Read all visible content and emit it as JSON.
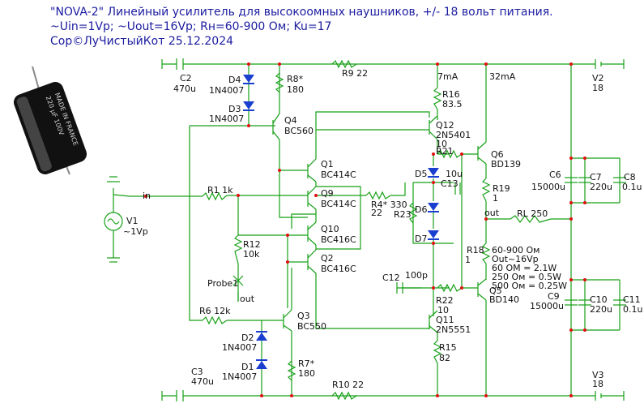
{
  "header": {
    "line1": "\"NOVA-2\" Линейный усилитель для высокоомных наушников, +/- 18 вольт питания.",
    "line2": "~Uin=1Vp; ~Uout=16Vp; Rн=60-900 Ом; Ku=17",
    "line3": "Cop©ЛуЧистыйКот 25.12.2024"
  },
  "labels": {
    "c2": "C2",
    "c2v": "470u",
    "c3": "C3",
    "c3v": "470u",
    "d4": "D4",
    "d4v": "1N4007",
    "d3": "D3",
    "d3v": "1N4007",
    "d2": "D2",
    "d2v": "1N4007",
    "d1": "D1",
    "d1v": "1N4007",
    "r8": "R8*",
    "r8v": "180",
    "r7": "R7*",
    "r7v": "180",
    "r9": "R9 22",
    "r10": "R10  22",
    "i7": "7mA",
    "i32": "32mA",
    "v2": "V2",
    "v2v": "18",
    "v3": "V3",
    "v3v": "18",
    "q4": "Q4",
    "q4v": "BC560",
    "q3": "Q3",
    "q3v": "BC550",
    "q1": "Q1",
    "q1v": "BC414C",
    "q9": "Q9",
    "q9v": "BC414C",
    "q10": "Q10",
    "q10v": "BC416C",
    "q2": "Q2",
    "q2v": "BC416C",
    "r16": "R16",
    "r16v": "83.5",
    "r15": "R15",
    "r15v": "82",
    "q12": "Q12",
    "q12v": "2N5401",
    "q12v2": "10",
    "r21": "R21",
    "q11": "Q11",
    "q11v": "2N5551",
    "r22": "R22",
    "r22v": "10",
    "q6": "Q6",
    "q6v": "BD139",
    "q5": "Q5",
    "q5v": "BD140",
    "r19": "R19",
    "r19v": "1",
    "r18": "R18",
    "r18v": "1",
    "d5": "D5",
    "d6": "D6",
    "d7": "D7",
    "c13v": "10u",
    "c13": "C13",
    "r4": "R4* 330",
    "r4v": "22",
    "r23": "R23",
    "c12": "C12",
    "c12v": "100p",
    "r1": "R1 1k",
    "r12": "R12",
    "r12v": "10k",
    "r6": "R6 12k",
    "probe": "Probe1",
    "out1": "out",
    "out2": "out",
    "in": "in",
    "v1": "V1",
    "v1v": "~1Vp",
    "rl": "RL 250",
    "c6": "C6",
    "c6v": "15000u",
    "c7": "C7",
    "c7v": "220u",
    "c8": "C8",
    "c8v": "0.1u",
    "c9": "C9",
    "c9v": "15000u",
    "c10": "C10",
    "c10v": "220u",
    "c11": "C11",
    "c11v": "0.1u",
    "note1": "60-900 Ом",
    "note2": "Out~16Vp",
    "note3": "60 ОМ = 2.1W",
    "note4": "250 Ом = 0.5W",
    "note5": "500 Ом = 0.25W"
  },
  "photo": {
    "caption": "",
    "text_lines": [
      "220 µF 100V",
      "MADE IN FRANCE"
    ]
  },
  "colors": {
    "wire": "#16a016",
    "title": "#1c1ca0",
    "junction": "#e01010",
    "diode": "#1a3fd0"
  }
}
